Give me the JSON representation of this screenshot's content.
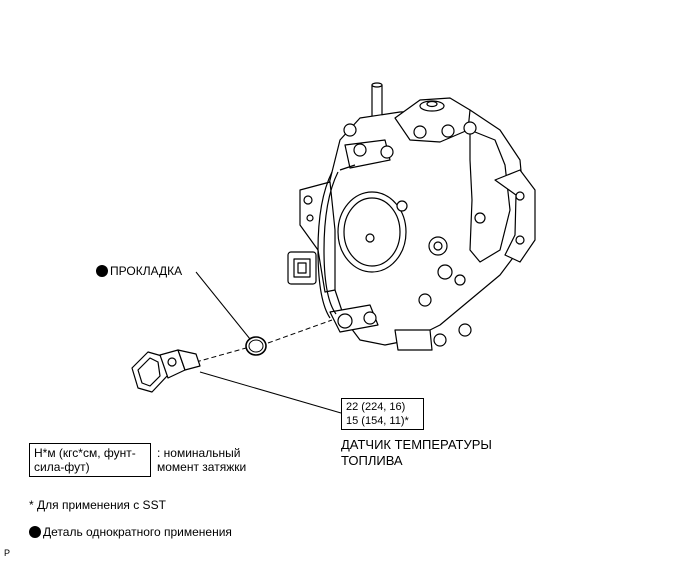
{
  "diagram": {
    "gasket_label": "ПРОКЛАДКА",
    "torque_line1": "22 (224, 16)",
    "torque_line2": "15 (154, 11)*",
    "sensor_label_line1": "ДАТЧИК ТЕМПЕРАТУРЫ",
    "sensor_label_line2": "ТОПЛИВА",
    "page_marker": "P"
  },
  "legend": {
    "unit_box_line1": "Н*м (кгс*см, фунт-",
    "unit_box_line2": "сила-фут)",
    "unit_desc_line1": ": номинальный",
    "unit_desc_line2": "момент затяжки",
    "sst_note": "* Для применения с SST",
    "single_use_note": "Деталь однократного применения"
  }
}
